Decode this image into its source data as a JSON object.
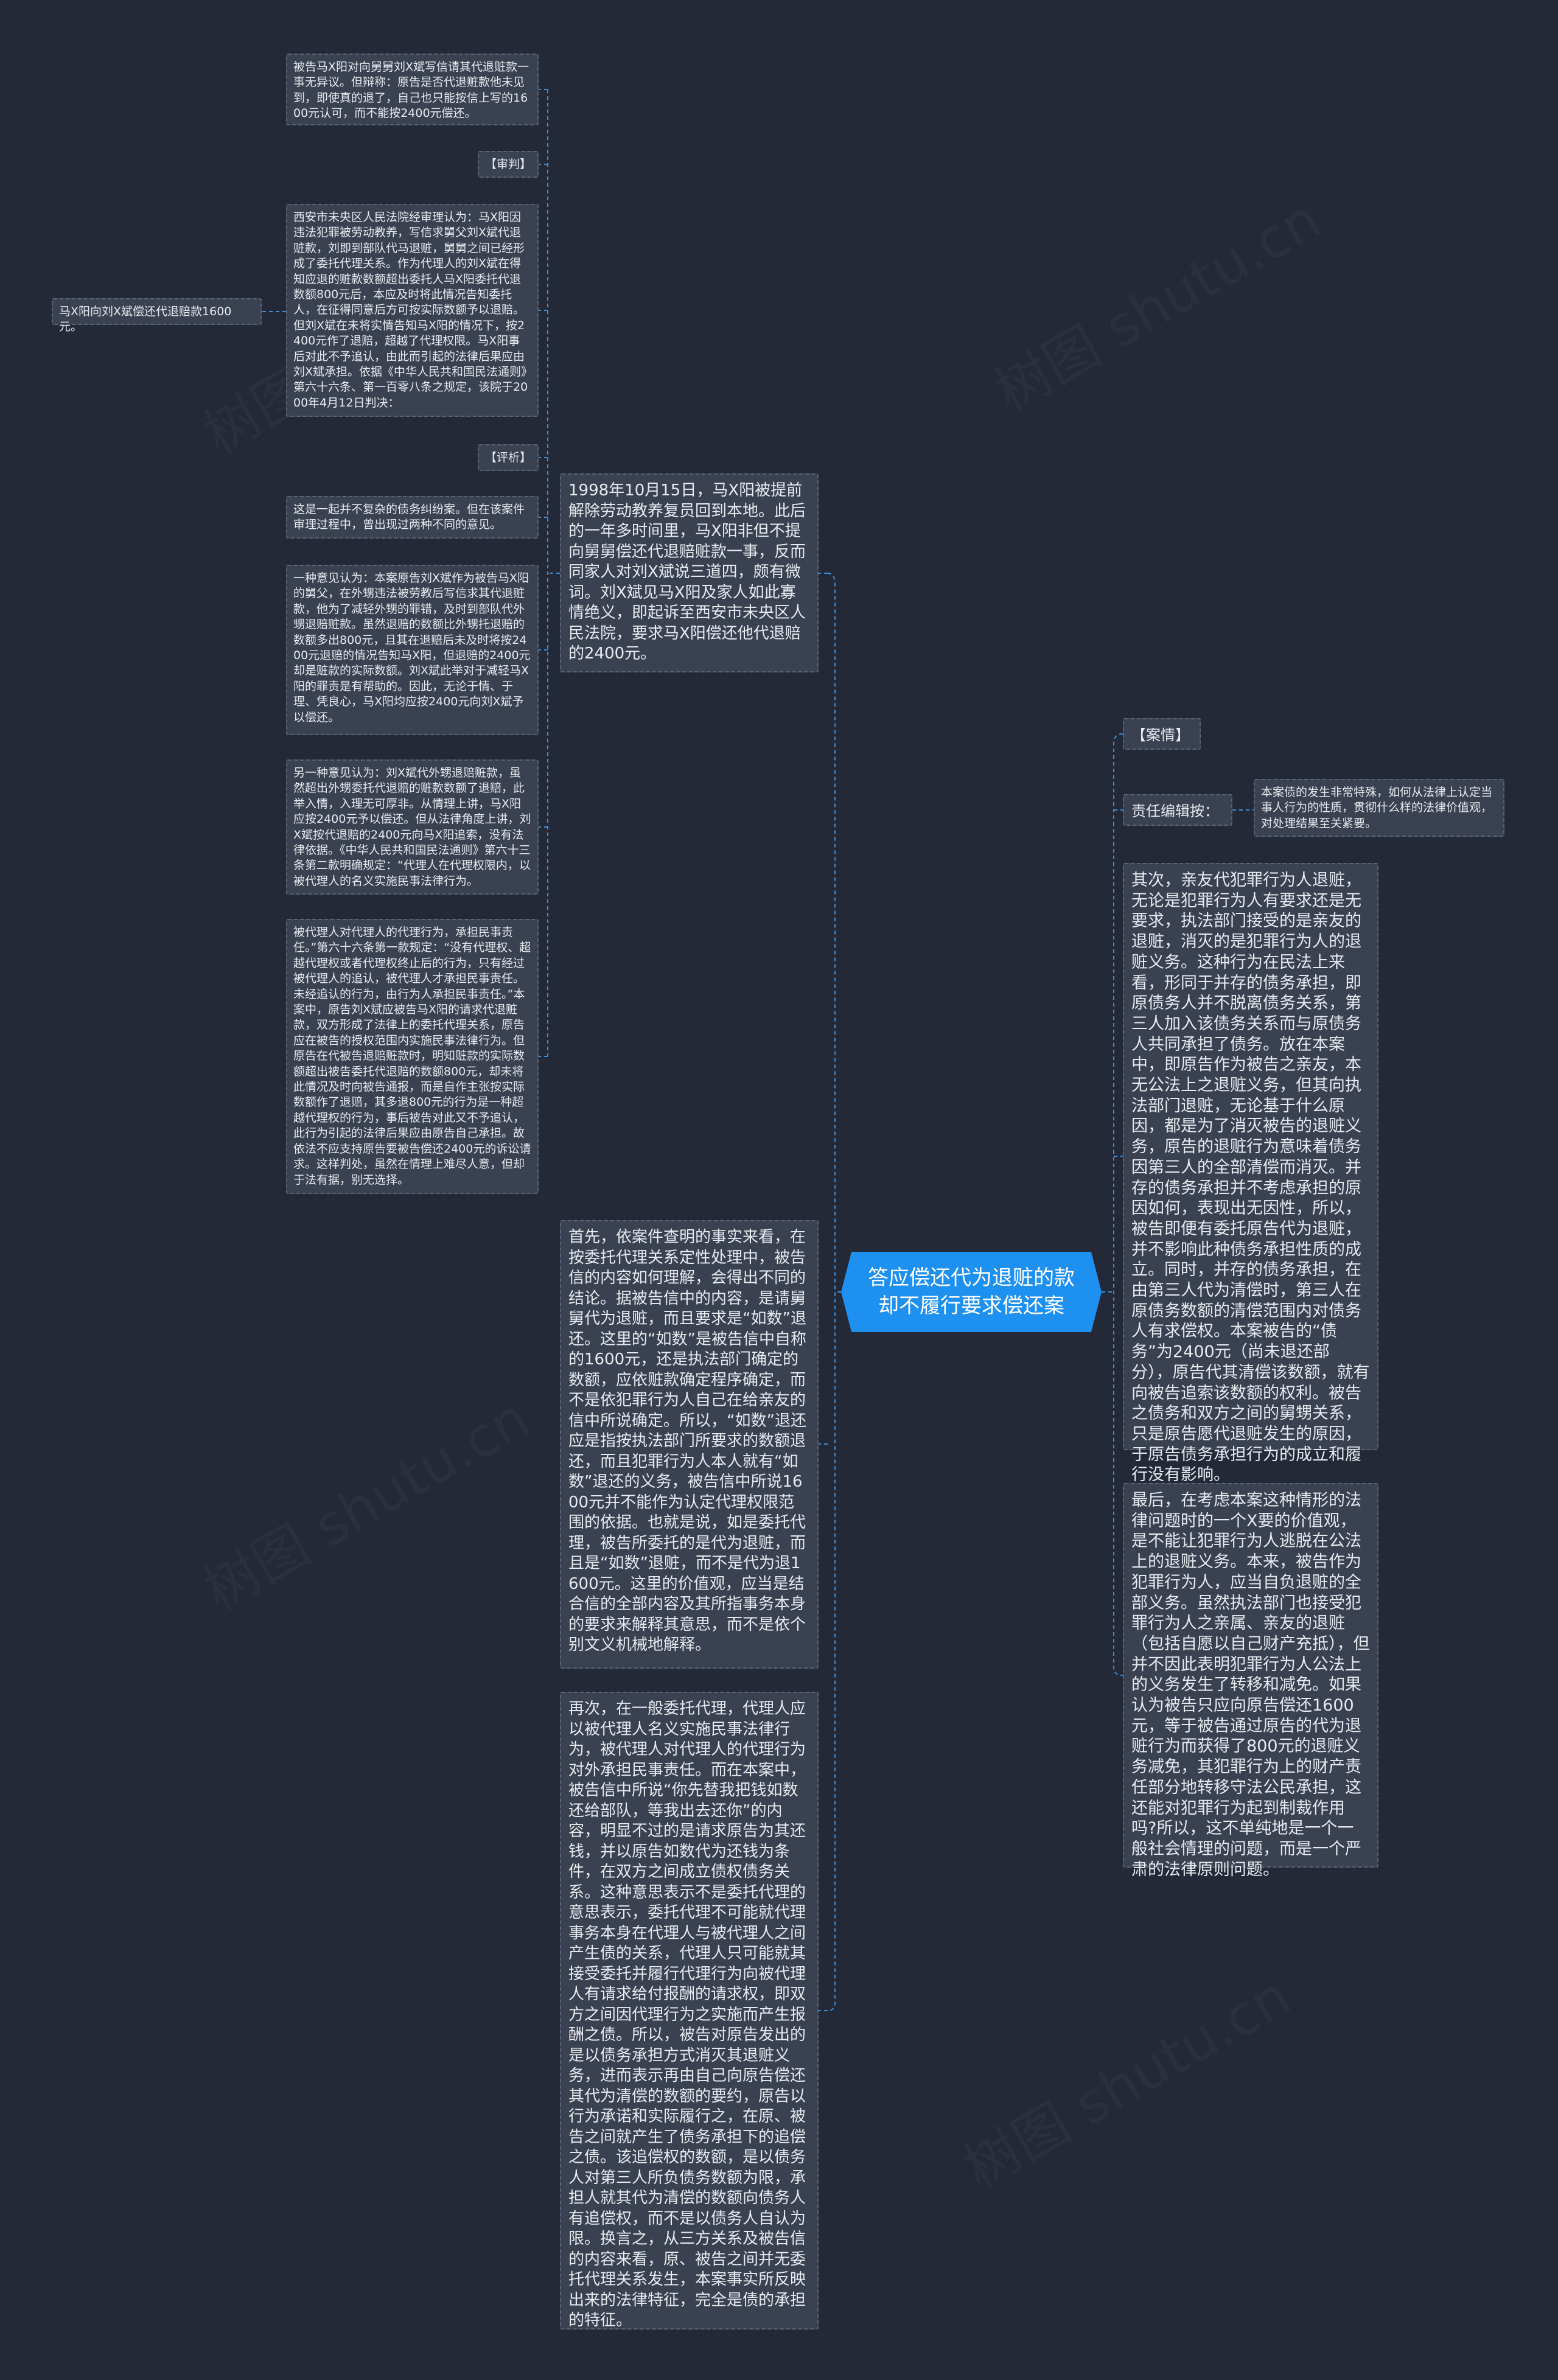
{
  "root": {
    "text": "答应偿还代为退赃的款却不履行要求偿还案"
  },
  "left": {
    "intro": "1998年10月15日，马X阳被提前解除劳动教养复员回到本地。此后的一年多时间里，马X阳非但不提向舅舅偿还代退赔赃款一事，反而同家人对刘X斌说三道四，颇有微词。刘X斌见马X阳及家人如此寡情绝义，即起诉至西安市未央区人民法院，要求马X阳偿还他代退赔的2400元。",
    "first": "首先，依案件查明的事实来看，在按委托代理关系定性处理中，被告信的内容如何理解，会得出不同的结论。据被告信中的内容，是请舅舅代为退赃，而且要求是“如数”退还。这里的“如数”是被告信中自称的1600元，还是执法部门确定的数额，应依赃款确定程序确定，而不是依犯罪行为人自己在给亲友的信中所说确定。所以，“如数”退还应是指按执法部门所要求的数额退还，而且犯罪行为人本人就有“如数”退还的义务，被告信中所说1600元并不能作为认定代理权限范围的依据。也就是说，如是委托代理，被告所委托的是代为退赃，而且是“如数”退赃，而不是代为退1600元。这里的价值观，应当是结合信的全部内容及其所指事务本身的要求来解释其意思，而不是依个别文义机械地解释。",
    "third": "再次，在一般委托代理，代理人应以被代理人名义实施民事法律行为，被代理人对代理人的代理行为对外承担民事责任。而在本案中，被告信中所说“你先替我把钱如数还给部队，等我出去还你”的内容，明显不过的是请求原告为其还钱，并以原告如数代为还钱为条件，在双方之间成立债权债务关系。这种意思表示不是委托代理的意思表示，委托代理不可能就代理事务本身在代理人与被代理人之间产生债的关系，代理人只可能就其接受委托并履行代理行为向被代理人有请求给付报酬的请求权，即双方之间因代理行为之实施而产生报酬之债。所以，被告对原告发出的是以债务承担方式消灭其退赃义务，进而表示再由自己向原告偿还其代为清偿的数额的要约，原告以行为承诺和实际履行之，在原、被告之间就产生了债务承担下的追偿之债。该追偿权的数额，是以债务人对第三人所负债务数额为限，承担人就其代为清偿的数额向债务人有追偿权，而不是以债务人自认为限。换言之，从三方关系及被告信的内容来看，原、被告之间并无委托代理关系发生，本案事实所反映出来的法律特征，完全是债的承担的特征。",
    "subs": [
      "被告马X阳对向舅舅刘X斌写信请其代退赃款一事无异议。但辩称：原告是否代退赃款他未见到，即使真的退了，自己也只能按信上写的1600元认可，而不能按2400元偿还。",
      "【审判】",
      "西安市未央区人民法院经审理认为：马X阳因违法犯罪被劳动教养，写信求舅父刘X斌代退赃款，刘即到部队代马退赃，舅舅之间已经形成了委托代理关系。作为代理人的刘X斌在得知应退的赃款数额超出委托人马X阳委托代退数额800元后，本应及时将此情况告知委托人，在征得同意后方可按实际数额予以退赔。但刘X斌在未将实情告知马X阳的情况下，按2400元作了退赔，超越了代理权限。马X阳事后对此不予追认，由此而引起的法律后果应由刘X斌承担。依据《中华人民共和国民法通则》第六十六条、第一百零八条之规定，该院于2000年4月12日判决：",
      "【评析】",
      "这是一起并不复杂的债务纠纷案。但在该案件审理过程中，曾出现过两种不同的意见。",
      "一种意见认为：本案原告刘X斌作为被告马X阳的舅父，在外甥违法被劳教后写信求其代退赃款，他为了减轻外甥的罪错，及时到部队代外甥退赔赃款。虽然退赔的数额比外甥托退赔的数额多出800元，且其在退赔后未及时将按2400元退赔的情况告知马X阳，但退赔的2400元却是赃款的实际数额。刘X斌此举对于减轻马X阳的罪责是有帮助的。因此，无论于情、于理、凭良心，马X阳均应按2400元向刘X斌予以偿还。",
      "另一种意见认为：刘X斌代外甥退赔赃款，虽然超出外甥委托代退赔的赃款数额了退赔，此举入情，入理无可厚非。从情理上讲，马X阳应按2400元予以偿还。但从法律角度上讲，刘X斌按代退赔的2400元向马X阳追索，没有法律依据。《中华人民共和国民法通则》第六十三条第二款明确规定：“代理人在代理权限内，以被代理人的名义实施民事法律行为。",
      "被代理人对代理人的代理行为，承担民事责任。”第六十六条第一款规定：“没有代理权、超越代理权或者代理权终止后的行为，只有经过被代理人的追认，被代理人才承担民事责任。未经追认的行为，由行为人承担民事责任。”本案中，原告刘X斌应被告马X阳的请求代退赃款，双方形成了法律上的委托代理关系，原告应在被告的授权范围内实施民事法律行为。但原告在代被告退赔赃款时，明知赃款的实际数额超出被告委托代退赔的数额800元，却未将此情况及时向被告通报，而是自作主张按实际数额作了退赔，其多退800元的行为是一种超越代理权的行为，事后被告对此又不予追认，此行为引起的法律后果应由原告自己承担。故依法不应支持原告要被告偿还2400元的诉讼请求。这样判处，虽然在情理上难尽人意，但却于法有据，别无选择。"
    ],
    "claim": "马X阳向刘X斌偿还代退赔款1600元。"
  },
  "right": {
    "case_label": "【案情】",
    "editor_label": "责任编辑按：",
    "editor_note": "本案债的发生非常特殊，如何从法律上认定当事人行为的性质，贯彻什么样的法律价值观，对处理结果至关紧要。",
    "second": "其次，亲友代犯罪行为人退赃，无论是犯罪行为人有要求还是无要求，执法部门接受的是亲友的退赃，消灭的是犯罪行为人的退赃义务。这种行为在民法上来看，形同于并存的债务承担，即原债务人并不脱离债务关系，第三人加入该债务关系而与原债务人共同承担了债务。放在本案中，即原告作为被告之亲友，本无公法上之退赃义务，但其向执法部门退赃，无论基于什么原因，都是为了消灭被告的退赃义务，原告的退赃行为意味着债务因第三人的全部清偿而消灭。并存的债务承担并不考虑承担的原因如何，表现出无因性，所以，被告即便有委托原告代为退赃，并不影响此种债务承担性质的成立。同时，并存的债务承担，在由第三人代为清偿时，第三人在原债务数额的清偿范围内对债务人有求偿权。本案被告的“债务”为2400元（尚未退还部分），原告代其清偿该数额，就有向被告追索该数额的权利。被告之债务和双方之间的舅甥关系，只是原告愿代退赃发生的原因，于原告债务承担行为的成立和履行没有影响。",
    "last": "最后，在考虑本案这种情形的法律问题时的一个X要的价值观，是不能让犯罪行为人逃脱在公法上的退赃义务。本来，被告作为犯罪行为人，应当自负退赃的全部义务。虽然执法部门也接受犯罪行为人之亲属、亲友的退赃（包括自愿以自己财产充抵），但并不因此表明犯罪行为人公法上的义务发生了转移和减免。如果认为被告只应向原告偿还1600元，等于被告通过原告的代为退赃行为而获得了800元的退赃义务减免，其犯罪行为上的财产责任部分地转移守法公民承担，这还能对犯罪行为起到制裁作用吗?所以，这不单纯地是一个一般社会情理的问题，而是一个严肃的法律原则问题。"
  },
  "watermark": "树图 shutu.cn",
  "colors": {
    "background": "#232936",
    "node_fill": "#3a4150",
    "node_border": "#5a6476",
    "root_fill": "#1e90f0",
    "link": "#3d8fd8"
  }
}
